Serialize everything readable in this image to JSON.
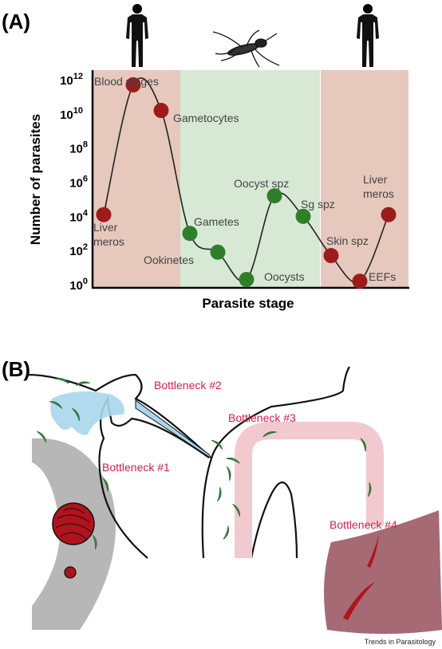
{
  "panel_a": {
    "label": "(A)",
    "y_axis_label": "Number of parasites",
    "x_axis_label": "Parasite stage",
    "y_ticks": [
      {
        "base": "10",
        "exp": "12",
        "value": 12
      },
      {
        "base": "10",
        "exp": "10",
        "value": 10
      },
      {
        "base": "10",
        "exp": "8",
        "value": 8
      },
      {
        "base": "10",
        "exp": "6",
        "value": 6
      },
      {
        "base": "10",
        "exp": "4",
        "value": 4
      },
      {
        "base": "10",
        "exp": "2",
        "value": 2
      },
      {
        "base": "10",
        "exp": "0",
        "value": 0
      }
    ],
    "y_log_range": [
      0,
      12
    ],
    "hosts": [
      "human",
      "mosquito",
      "human"
    ],
    "colors": {
      "human_phase": "#e6c8bd",
      "mosquito_phase": "#d7e9d5",
      "human_stage": "#9e1b1b",
      "mosquito_stage": "#2f7f2a",
      "curve": "#222222",
      "label_text": "#444444"
    },
    "stages": [
      {
        "name": "Liver\nmeros",
        "log10": 4.1,
        "host": "human"
      },
      {
        "name": "Blood stages",
        "log10": 11.7,
        "host": "human"
      },
      {
        "name": "Gametocytes",
        "log10": 10.2,
        "host": "human"
      },
      {
        "name": "Gametes",
        "log10": 3.0,
        "host": "mosquito"
      },
      {
        "name": "Ookinetes",
        "log10": 1.9,
        "host": "mosquito"
      },
      {
        "name": "Oocysts",
        "log10": 0.3,
        "host": "mosquito"
      },
      {
        "name": "Oocyst spz",
        "log10": 5.2,
        "host": "mosquito"
      },
      {
        "name": "Sg spz",
        "log10": 4.0,
        "host": "mosquito"
      },
      {
        "name": "Skin spz",
        "log10": 1.7,
        "host": "human"
      },
      {
        "name": "EEFs",
        "log10": 0.2,
        "host": "human"
      },
      {
        "name": "Liver\nmeros",
        "log10": 4.1,
        "host": "human"
      }
    ]
  },
  "panel_b": {
    "label": "(B)",
    "bottlenecks": [
      "Bottleneck #1",
      "Bottleneck #2",
      "Bottleneck #3",
      "Bottleneck #4"
    ],
    "colors": {
      "bottleneck_text": "#d61e4b",
      "outline": "#111111",
      "saliva": "#a9d6ec",
      "vessel": "#f3c9d0",
      "midgut_wall": "#b7b7b7",
      "liver": "#9c5a66",
      "sporozoite": "#3c8a3f",
      "oocyst": "#b0131d"
    }
  },
  "credit": "Trends in Parasitology"
}
